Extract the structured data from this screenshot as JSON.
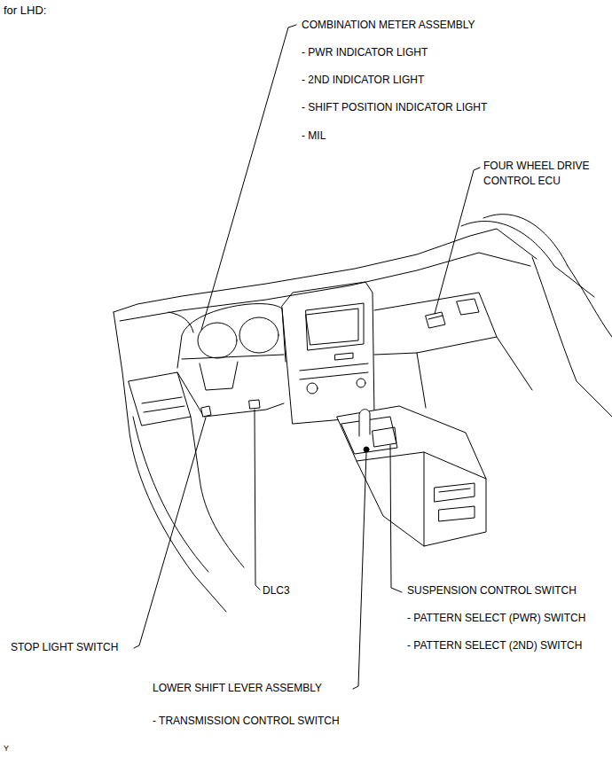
{
  "diagram": {
    "title": "for LHD:",
    "labels": [
      "COMBINATION METER ASSEMBLY",
      "- PWR INDICATOR LIGHT",
      "- 2ND INDICATOR LIGHT",
      "- SHIFT POSITION INDICATOR LIGHT",
      "- MIL",
      "FOUR WHEEL DRIVE CONTROL ECU",
      "DLC3",
      "SUSPENSION CONTROL SWITCH",
      "- PATTERN SELECT (PWR) SWITCH",
      "- PATTERN SELECT (2ND) SWITCH",
      "STOP LIGHT SWITCH",
      "LOWER SHIFT LEVER ASSEMBLY",
      "- TRANSMISSION CONTROL SWITCH",
      "Y"
    ]
  }
}
